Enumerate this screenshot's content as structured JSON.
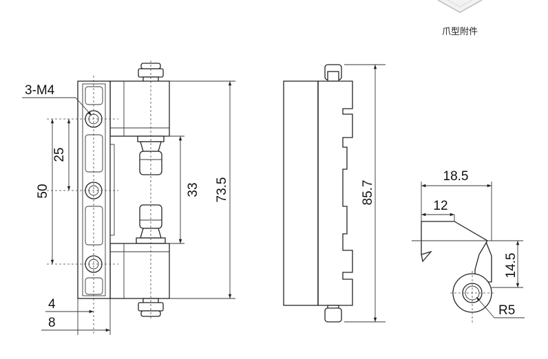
{
  "caption": "爪型附件",
  "front_view": {
    "thread_callout": "3-M4",
    "dim_pitch": "25",
    "dim_span": "50",
    "dim_gap": "33",
    "dim_total_height": "73.5",
    "dim_edge": "4",
    "dim_width": "8"
  },
  "side_view": {
    "dim_total_height": "85.7"
  },
  "claw_view": {
    "dim_width": "18.5",
    "dim_inner": "12",
    "dim_height": "14.5",
    "dim_radius": "R5"
  }
}
